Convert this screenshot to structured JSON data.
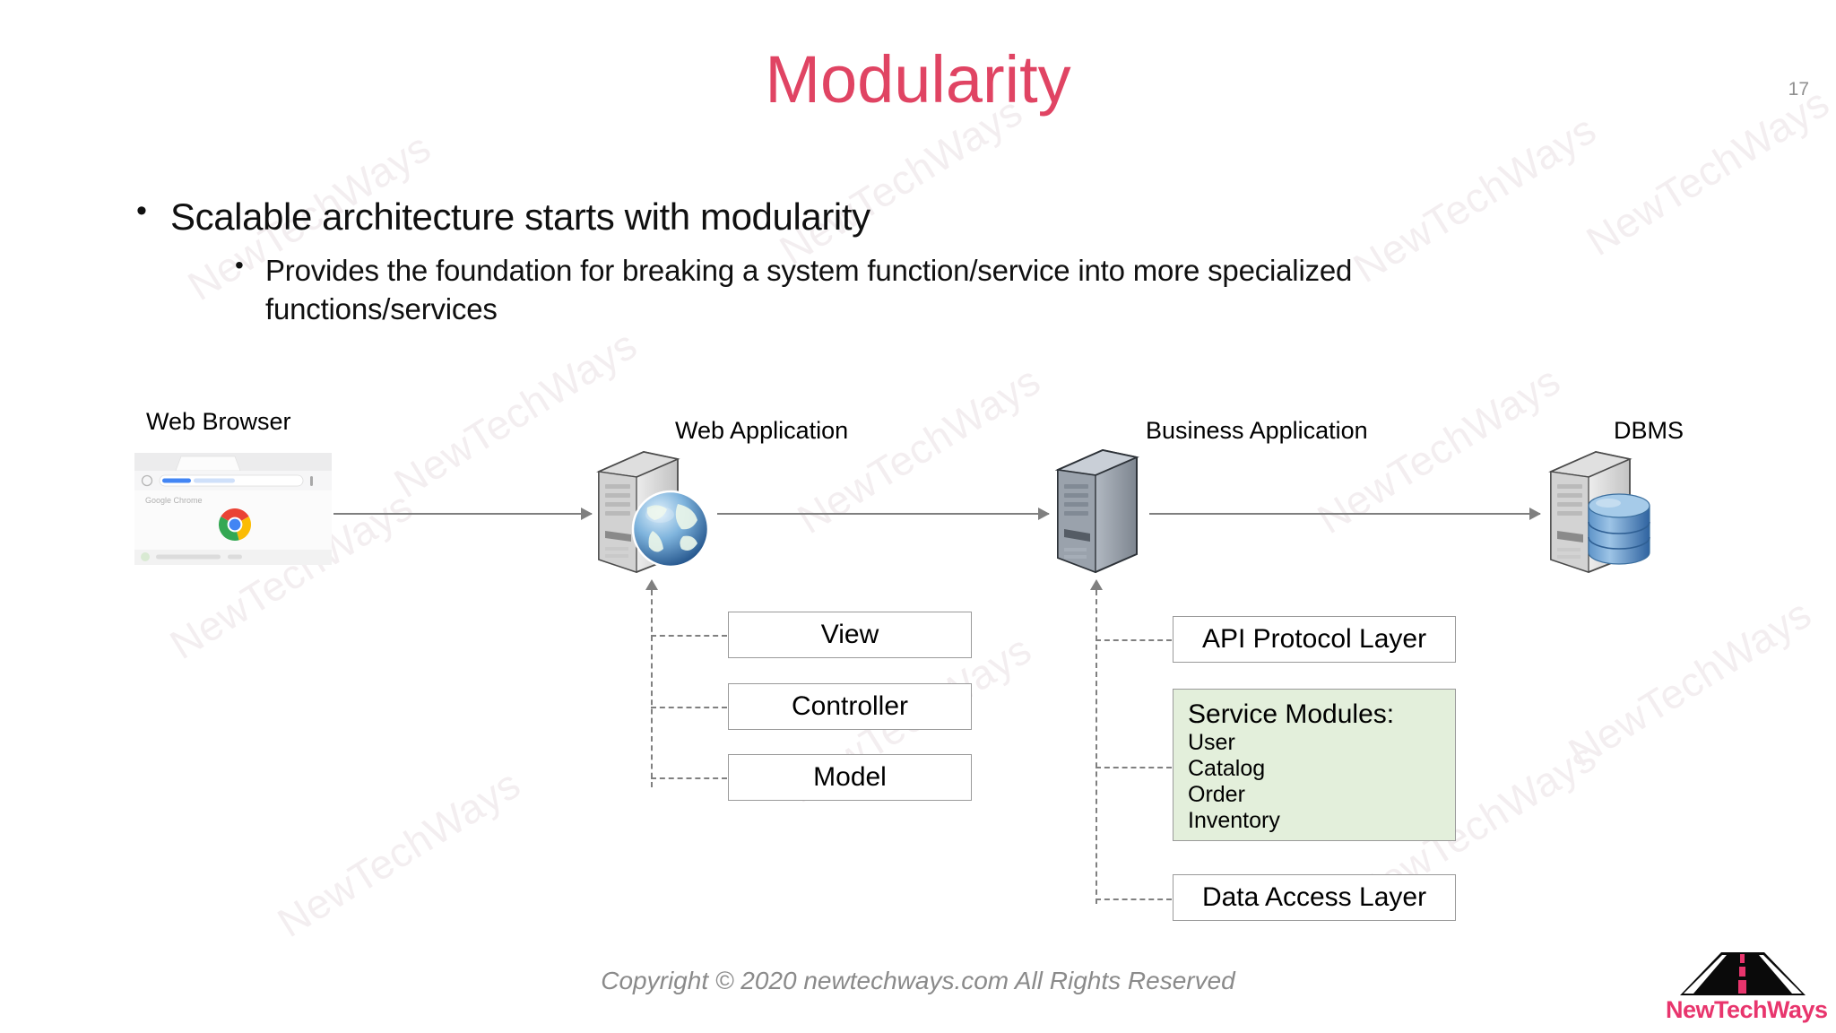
{
  "slide": {
    "title": "Modularity",
    "page_number": "17",
    "title_color": "#e04463",
    "background": "#ffffff",
    "watermark_text": "NewTechWays"
  },
  "bullets": {
    "level1": "Scalable architecture starts with modularity",
    "level2": "Provides the foundation for breaking a system function/service into more specialized functions/services"
  },
  "diagram": {
    "nodes": [
      {
        "id": "web-browser",
        "label": "Web Browser",
        "icon": "chrome-browser-window-icon"
      },
      {
        "id": "web-application",
        "label": "Web Application",
        "icon": "server-globe-icon"
      },
      {
        "id": "business-application",
        "label": "Business Application",
        "icon": "server-tower-icon"
      },
      {
        "id": "dbms",
        "label": "DBMS",
        "icon": "server-database-icon"
      }
    ],
    "web_app_modules": [
      {
        "label": "View"
      },
      {
        "label": "Controller"
      },
      {
        "label": "Model"
      }
    ],
    "business_app_modules": [
      {
        "label": "API Protocol Layer",
        "style": "plain"
      },
      {
        "label": "Service Modules:",
        "style": "highlight",
        "highlight_color": "#e3efdb",
        "items": [
          "User",
          "Catalog",
          "Order",
          "Inventory"
        ]
      },
      {
        "label": "Data Access Layer",
        "style": "plain"
      }
    ]
  },
  "footer": {
    "copyright": "Copyright © 2020 newtechways.com All Rights Reserved"
  },
  "logo": {
    "name": "NewTechWays",
    "color": "#e8356d"
  }
}
